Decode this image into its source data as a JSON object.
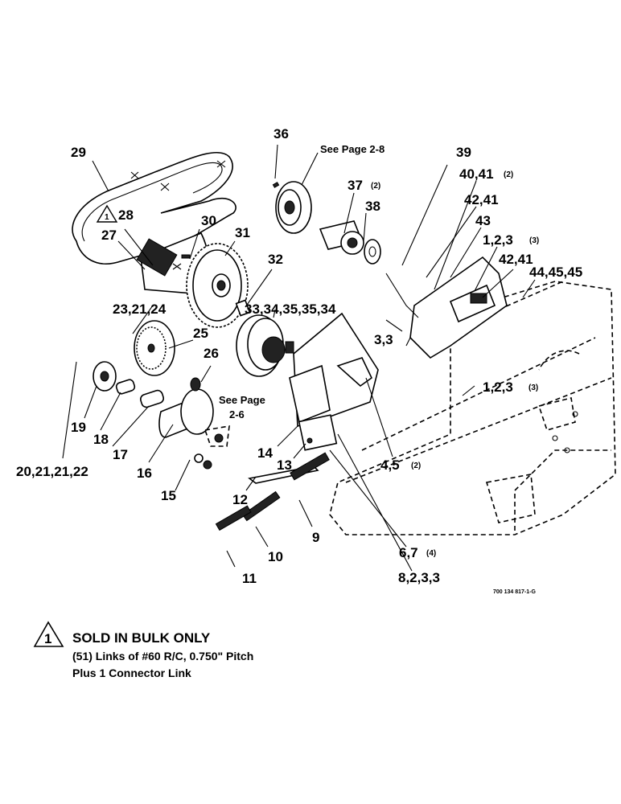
{
  "figure_number": "700 134 817-1-G",
  "callouts": {
    "c36": "36",
    "c29": "29",
    "c39": "39",
    "c37": "37",
    "c38": "38",
    "c4041": "40,41",
    "c4241a": "42,41",
    "c43": "43",
    "c123a": "1,2,3",
    "c4241b": "42,41",
    "c444545": "44,45,45",
    "c28": "28",
    "c27": "27",
    "c30": "30",
    "c31": "31",
    "c32": "32",
    "c2321": "23,21,24",
    "c33": "33,34,35,35,34",
    "c25": "25",
    "c26": "26",
    "c33b": "3,3",
    "c123b": "1,2,3",
    "c20": "20,21,21,22",
    "c19": "19",
    "c18": "18",
    "c17": "17",
    "c16": "16",
    "c14": "14",
    "c13": "13",
    "c45": "4,5",
    "c15": "15",
    "c12": "12",
    "c9": "9",
    "c10": "10",
    "c11": "11",
    "c67": "6,7",
    "c8": "8,2,3,3"
  },
  "quantities": {
    "q37": "(2)",
    "q4041": "(2)",
    "q123a": "(3)",
    "q123b": "(3)",
    "q45": "(2)",
    "q67": "(4)"
  },
  "references": {
    "see28_line1": "See Page 2-8",
    "see26_line1": "See Page",
    "see26_line2": "2-6"
  },
  "note": {
    "symbol_number": "1",
    "title": "SOLD IN BULK ONLY",
    "line1": "(51) Links of #60 R/C, 0.750\" Pitch",
    "line2": "Plus 1 Connector Link"
  }
}
